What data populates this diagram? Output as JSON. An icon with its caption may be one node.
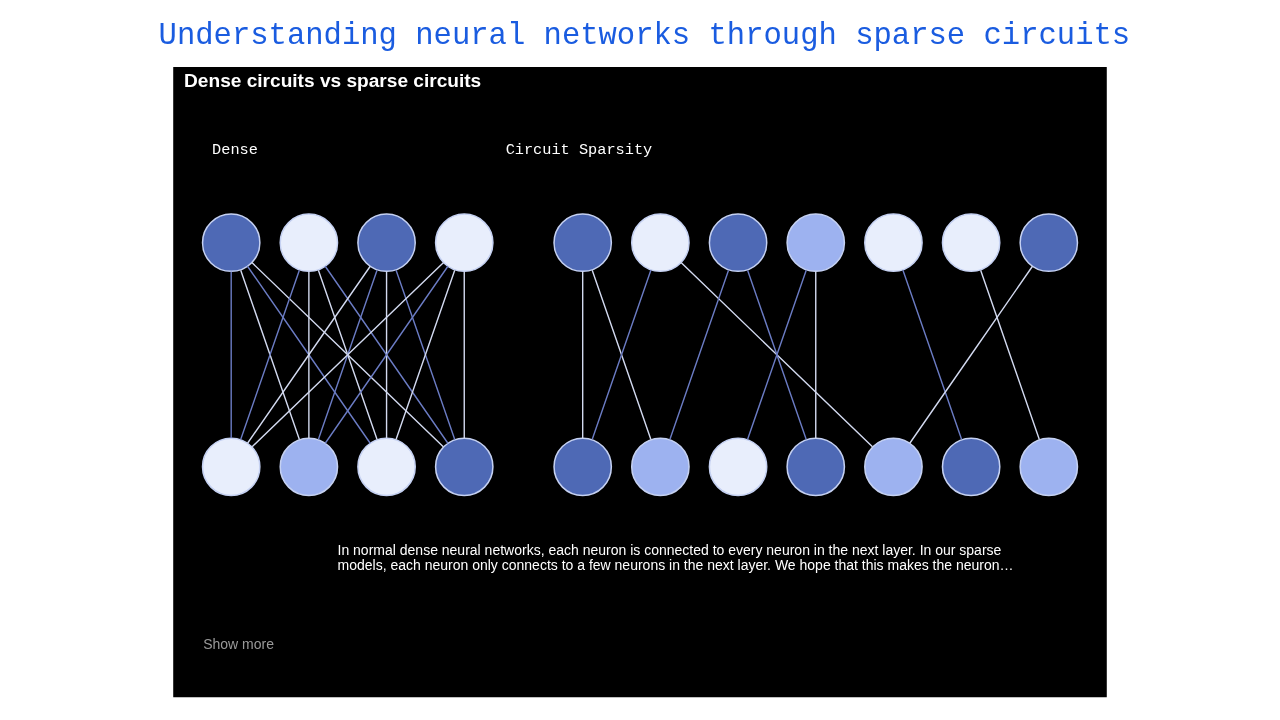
{
  "diagram": {
    "title": "Understanding neural networks through sparse circuits",
    "nodes": [
      {
        "text": [
          "Dense circuits vs sparse circuits"
        ]
      },
      {
        "text": [],
        "shape": "circle",
        "in": 0
      },
      {
        "text": [],
        "shape": "circle",
        "in": 0
      },
      {
        "text": [],
        "shape": "circle",
        "in": 0
      },
      {
        "text": [],
        "shape": "circle",
        "in": 0
      },
      {
        "text": [],
        "shape": "circle",
        "in": 0
      },
      {
        "text": [],
        "shape": "circle",
        "in": 0
      },
      {
        "text": [],
        "shape": "circle",
        "in": 0
      },
      {
        "text": [],
        "shape": "circle",
        "in": 0
      },
      {
        "text": [],
        "shape": "circle",
        "in": 0
      },
      {
        "text": [],
        "shape": "circle",
        "in": 0
      },
      {
        "text": [],
        "shape": "circle",
        "in": 0
      },
      {
        "text": [],
        "shape": "circle",
        "in": 0
      },
      {
        "text": [],
        "shape": "circle",
        "in": 0
      },
      {
        "text": [],
        "shape": "circle",
        "in": 0
      },
      {
        "text": [],
        "shape": "circle",
        "in": 0
      },
      {
        "text": [],
        "shape": "circle",
        "in": 0
      },
      {
        "text": [],
        "shape": "circle",
        "in": 0
      },
      {
        "text": [],
        "shape": "circle",
        "in": 0
      },
      {
        "text": [],
        "shape": "circle",
        "in": 0
      },
      {
        "text": [],
        "shape": "circle",
        "in": 0
      },
      {
        "text": [],
        "shape": "circle",
        "in": 0
      },
      {
        "text": [],
        "shape": "circle",
        "in": 0
      }
    ],
    "edges": [
      {
        "from": 1,
        "to": 5,
        "arrow": "none",
        "color": "#6b7cc4"
      },
      {
        "from": 1,
        "to": 6,
        "arrow": "none"
      },
      {
        "from": 1,
        "to": 7,
        "arrow": "none",
        "color": "#6b7cc4"
      },
      {
        "from": 1,
        "to": 8,
        "arrow": "none"
      },
      {
        "from": 2,
        "to": 5,
        "arrow": "none",
        "color": "#6b7cc4"
      },
      {
        "from": 2,
        "to": 6,
        "arrow": "none"
      },
      {
        "from": 2,
        "to": 7,
        "arrow": "none"
      },
      {
        "from": 2,
        "to": 8,
        "arrow": "none",
        "color": "#6b7cc4"
      },
      {
        "from": 3,
        "to": 5,
        "arrow": "none"
      },
      {
        "from": 3,
        "to": 6,
        "arrow": "none",
        "color": "#6b7cc4"
      },
      {
        "from": 3,
        "to": 7,
        "arrow": "none"
      },
      {
        "from": 3,
        "to": 8,
        "arrow": "none",
        "color": "#6b7cc4"
      },
      {
        "from": 4,
        "to": 5,
        "arrow": "none"
      },
      {
        "from": 4,
        "to": 6,
        "arrow": "none",
        "color": "#6b7cc4"
      },
      {
        "from": 4,
        "to": 7,
        "arrow": "none"
      },
      {
        "from": 4,
        "to": 8,
        "arrow": "none"
      },
      {
        "from": 9,
        "to": 16,
        "arrow": "none"
      },
      {
        "from": 9,
        "to": 17,
        "arrow": "none"
      },
      {
        "from": 10,
        "to": 16,
        "arrow": "none",
        "color": "#6b7cc4"
      },
      {
        "from": 10,
        "to": 20,
        "arrow": "none"
      },
      {
        "from": 11,
        "to": 17,
        "arrow": "none",
        "color": "#6b7cc4"
      },
      {
        "from": 11,
        "to": 19,
        "arrow": "none",
        "color": "#6b7cc4"
      },
      {
        "from": 12,
        "to": 18,
        "arrow": "none",
        "color": "#6b7cc4"
      },
      {
        "from": 12,
        "to": 19,
        "arrow": "none"
      },
      {
        "from": 13,
        "to": 21,
        "arrow": "none",
        "color": "#6b7cc4"
      },
      {
        "from": 14,
        "to": 22,
        "arrow": "none"
      },
      {
        "from": 15,
        "to": 20,
        "arrow": "none"
      }
    ],
    "labels": [
      "Dense",
      "Circuit Sparsity",
      "In normal dense neural networks, each neuron is connected to every neuron in the next layer. In our sparse models, each neuron only connects to a few neurons in the next layer. We hope that this makes the neuron…",
      "Show more"
    ]
  }
}
